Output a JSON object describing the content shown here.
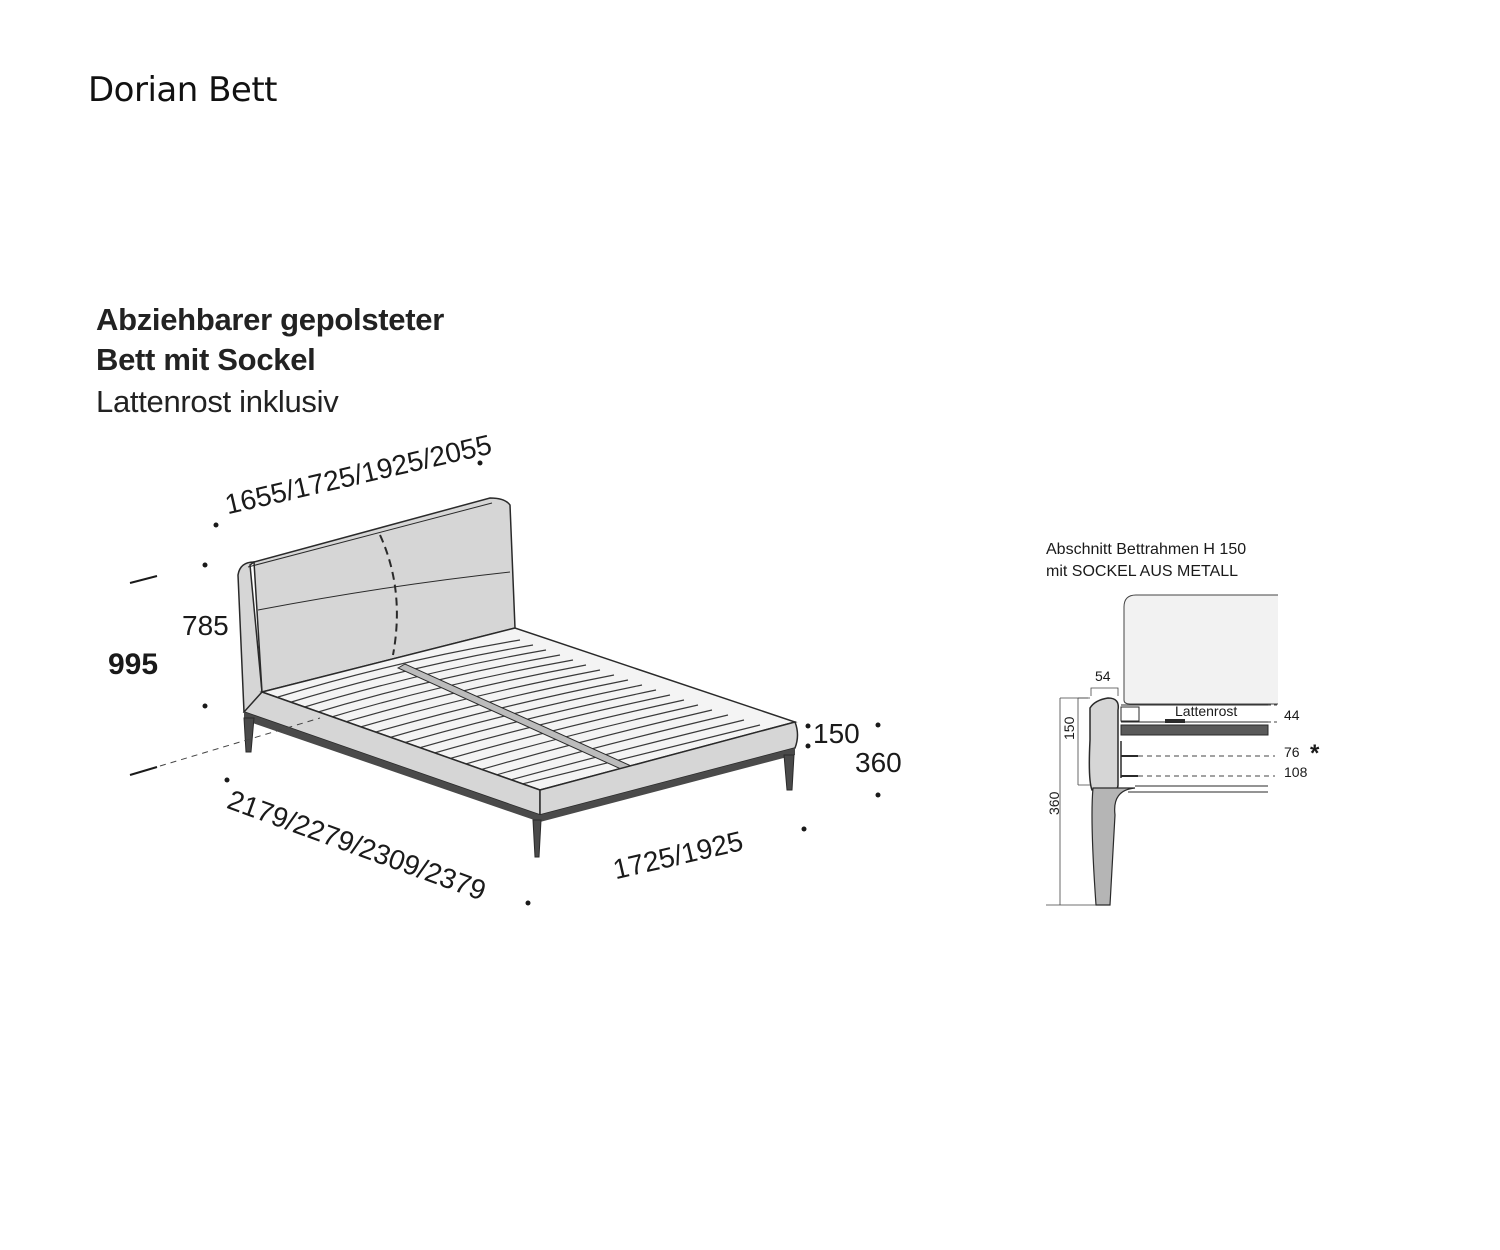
{
  "title": "Dorian Bett",
  "product": {
    "heading_line1": "Abziehbarer gepolsteter",
    "heading_line2": "Bett mit Sockel",
    "subheading": "Lattenrost inklusiv"
  },
  "bed_drawing": {
    "headboard_width": "1655/1725/1925/2055",
    "headboard_height": "785",
    "total_height": "995",
    "frame_height": "150",
    "top_height": "360",
    "length": "2179/2279/2309/2379",
    "width": "1725/1925"
  },
  "section_drawing": {
    "title_line1": "Abschnitt Bettrahmen H 150",
    "title_line2": "mit SOCKEL AUS METALL",
    "frame_thickness": "54",
    "frame_height": "150",
    "total_height": "360",
    "slatted_label": "Lattenrost",
    "levels": [
      "44",
      "76",
      "108"
    ],
    "asterisk": "*"
  },
  "colors": {
    "upholstery": "#d4d4d4",
    "metal": "#4a4a4a",
    "line": "#2a2a2a"
  }
}
